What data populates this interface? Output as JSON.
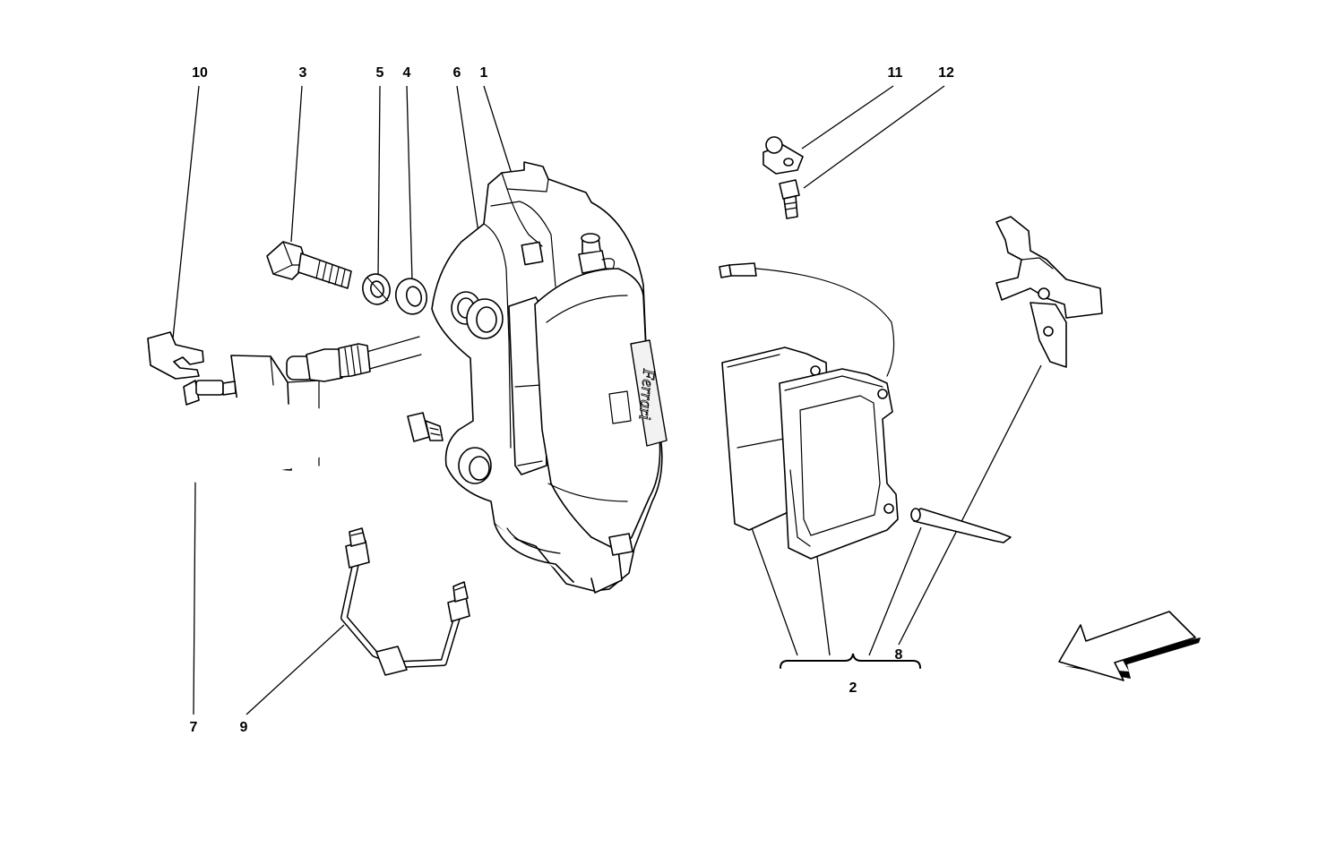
{
  "callouts": {
    "c1": "1",
    "c2": "2",
    "c3": "3",
    "c4": "4",
    "c5": "5",
    "c6": "6",
    "c7": "7",
    "c8": "8",
    "c9": "9",
    "c10": "10",
    "c11": "11",
    "c12": "12"
  },
  "caliper_logo": "Ferrari",
  "colors": {
    "line": "#000000",
    "background": "#ffffff"
  }
}
